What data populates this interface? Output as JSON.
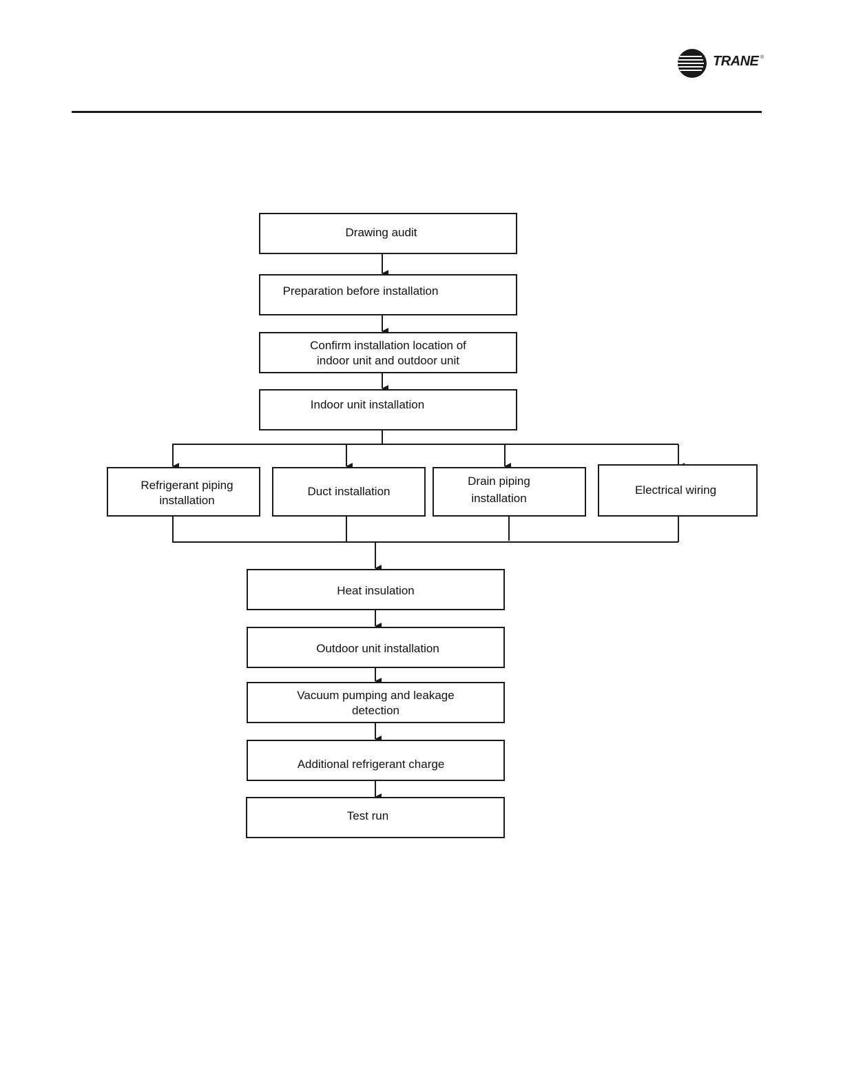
{
  "header": {
    "brand": "TRANE",
    "registered_mark": "®"
  },
  "flowchart": {
    "steps": {
      "drawing_audit": "Drawing audit",
      "preparation": "Preparation before installation",
      "confirm_location_line1": "Confirm installation location of",
      "confirm_location_line2": "indoor unit and outdoor unit",
      "indoor_unit": "Indoor unit installation",
      "refrigerant_piping_line1": "Refrigerant piping",
      "refrigerant_piping_line2": "installation",
      "duct": "Duct installation",
      "drain_piping_line1": "Drain piping",
      "drain_piping_line2": "installation",
      "electrical": "Electrical wiring",
      "heat_insulation": "Heat insulation",
      "outdoor_unit": "Outdoor unit installation",
      "vacuum_line1": "Vacuum pumping and leakage",
      "vacuum_line2": "detection",
      "additional_charge": "Additional refrigerant charge",
      "test_run": "Test run"
    }
  }
}
